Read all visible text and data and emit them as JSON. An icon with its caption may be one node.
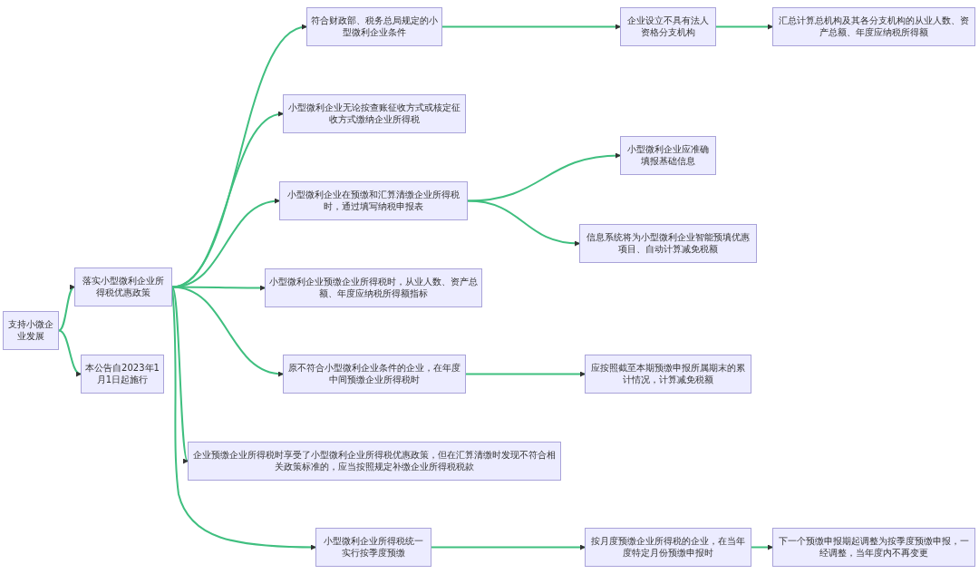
{
  "diagram": {
    "nodes": [
      {
        "text": [
          "支持小微企业发展"
        ]
      },
      {
        "text": [
          "落实小型微利企业所得税优惠政策"
        ]
      },
      {
        "text": [
          "本公告自2023年1月1日起施行"
        ]
      },
      {
        "text": [
          "符合财政部、税务总局规定的小型微利企业条件"
        ]
      },
      {
        "text": [
          "企业设立不具有法人资格分支机构"
        ]
      },
      {
        "text": [
          "汇总计算总机构及其各分支机构的从业人数、资产总额、年度应纳税所得额"
        ]
      },
      {
        "text": [
          "小型微利企业无论按查账征收方式或核定征收方式缴纳企业所得税"
        ]
      },
      {
        "text": [
          "小型微利企业在预缴和汇算清缴企业所得税时，通过填写纳税申报表"
        ]
      },
      {
        "text": [
          "小型微利企业应准确填报基础信息"
        ]
      },
      {
        "text": [
          "信息系统将为小型微利企业智能预填优惠项目、自动计算减免税额"
        ]
      },
      {
        "text": [
          "小型微利企业预缴企业所得税时，从业人数、资产总额、年度应纳税所得额指标"
        ]
      },
      {
        "text": [
          "原不符合小型微利企业条件的企业，在年度中间预缴企业所得税时"
        ]
      },
      {
        "text": [
          "应按照截至本期预缴申报所属期末的累计情况，计算减免税额"
        ]
      },
      {
        "text": [
          "企业预缴企业所得税时享受了小型微利企业所得税优惠政策，但在汇算清缴时发现不符合相关政策标准的，应当按照规定补缴企业所得税税款"
        ]
      },
      {
        "text": [
          "小型微利企业所得税统一实行按季度预缴"
        ]
      },
      {
        "text": [
          "按月度预缴企业所得税的企业，在当年度特定月份预缴申报时"
        ]
      },
      {
        "text": [
          "下一个预缴申报期起调整为按季度预缴申报，一经调整，当年度内不再变更"
        ]
      }
    ],
    "edges": [
      {
        "from": 0,
        "to": 1,
        "arrow": "to"
      },
      {
        "from": 0,
        "to": 2,
        "arrow": "to"
      },
      {
        "from": 1,
        "to": 3,
        "arrow": "to"
      },
      {
        "from": 1,
        "to": 6,
        "arrow": "to"
      },
      {
        "from": 1,
        "to": 7,
        "arrow": "to"
      },
      {
        "from": 1,
        "to": 10,
        "arrow": "to"
      },
      {
        "from": 1,
        "to": 11,
        "arrow": "to"
      },
      {
        "from": 1,
        "to": 13,
        "arrow": "to"
      },
      {
        "from": 1,
        "to": 14,
        "arrow": "to"
      },
      {
        "from": 3,
        "to": 4,
        "arrow": "to"
      },
      {
        "from": 4,
        "to": 5,
        "arrow": "to"
      },
      {
        "from": 7,
        "to": 8,
        "arrow": "to"
      },
      {
        "from": 7,
        "to": 9,
        "arrow": "to"
      },
      {
        "from": 11,
        "to": 12,
        "arrow": "to"
      },
      {
        "from": 14,
        "to": 15,
        "arrow": "to"
      },
      {
        "from": 15,
        "to": 16,
        "arrow": "to"
      }
    ]
  }
}
